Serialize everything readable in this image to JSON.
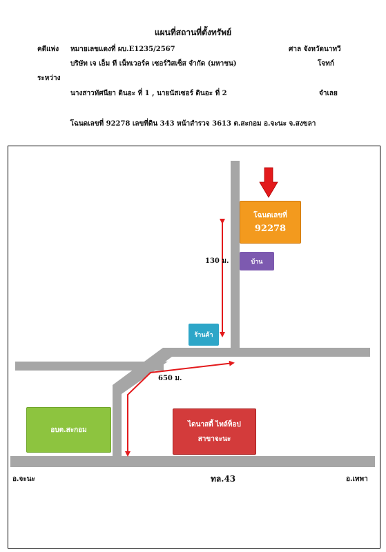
{
  "header": {
    "title": "แผนที่สถานที่ตั้งทรัพย์",
    "case_label": "คดีแพ่ง",
    "case_number": "หมายเลขแดงที่  ผบ.E1235/2567",
    "court": "ศาล จังหวัดนาทวี",
    "plaintiff": "บริษัท เจ เอ็ม ที เน็ทเวอร์ค เซอร์วิสเซ็ส จำกัด (มหาชน)",
    "plaintiff_role": "โจทก์",
    "between": "ระหว่าง",
    "defendants": "นางสาวทัศนียา ดินอะ  ที่ 1 , นายนัสเซอร์  ดินอะ ที่ 2",
    "defendant_role": "จำเลย",
    "deed_line": "โฉนดเลขที่  92278  เลขที่ดิน  343  หน้าสำรวจ  3613  ต.สะกอม  อ.จะนะ  จ.สงขลา"
  },
  "map": {
    "deed_box": {
      "line1": "โฉนดเลขที่",
      "line2": "92278"
    },
    "house": "บ้าน",
    "shop": "ร้านค้า",
    "distance_vertical": "130 ม.",
    "distance_horizontal": "650 ม.",
    "sao_office": "อบต.สะกอม",
    "tile_shop": {
      "line1": "ไดนาสตี้ ไทล์ท็อป",
      "line2": "สาขาจะนะ"
    },
    "left_destination": "อ.จะนะ",
    "highway": "ทล.43",
    "right_destination": "อ.เทพา"
  },
  "colors": {
    "road": "#a6a6a6",
    "arrow_red": "#e31a1c",
    "deed_orange": "#f39a1e",
    "house_purple": "#7d5ab0",
    "shop_cyan": "#2da6c8",
    "sao_green": "#8dc43f",
    "tile_red": "#d33b3b"
  }
}
